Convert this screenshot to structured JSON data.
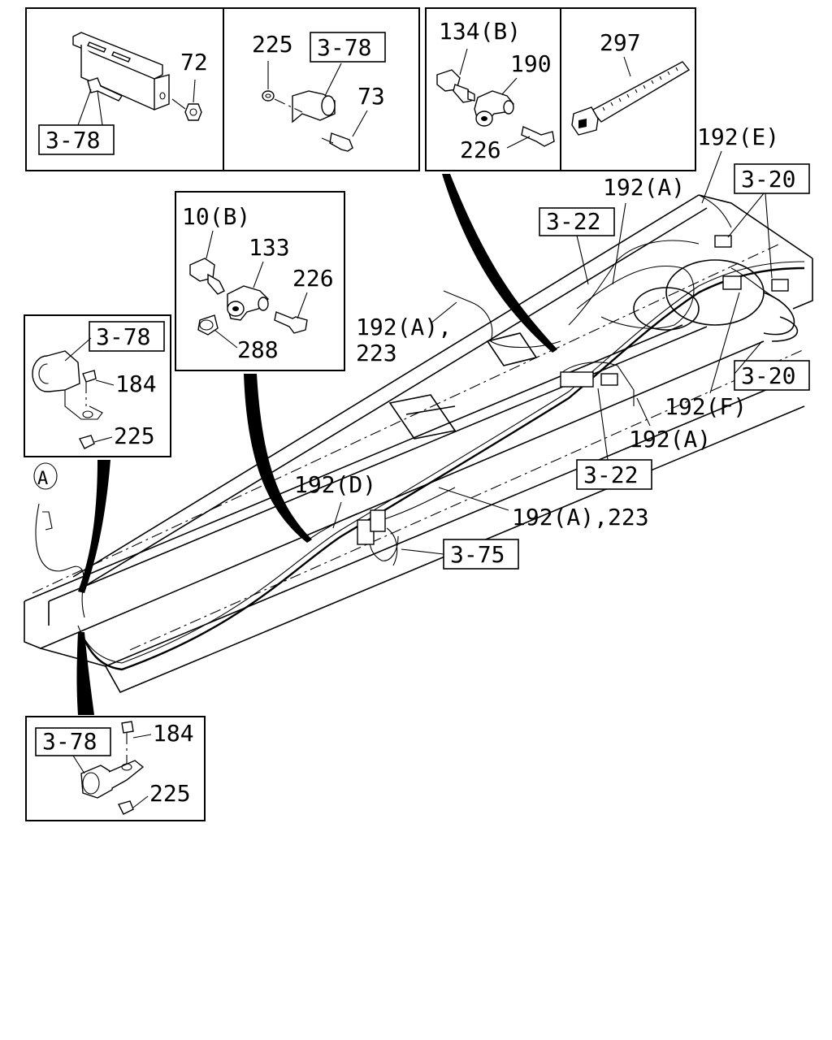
{
  "refs": {
    "r1": "3-78",
    "r2": "3-78",
    "r3": "3-78",
    "r4": "3-78",
    "r5": "3-20",
    "r6": "3-20",
    "r7": "3-22",
    "r8": "3-22",
    "r9": "3-75"
  },
  "parts": {
    "p72": "72",
    "p225a": "225",
    "p73": "73",
    "p134": "134(B)",
    "p190": "190",
    "p226a": "226",
    "p297": "297",
    "p10b": "10(B)",
    "p133": "133",
    "p226b": "226",
    "p288": "288",
    "p184a": "184",
    "p225b": "225",
    "p184b": "184",
    "p225c": "225"
  },
  "callouts": {
    "c192e": "192(E)",
    "c192a1": "192(A)",
    "c192a2a": "192(A),",
    "c192a2b": "223",
    "c192f": "192(F)",
    "c192a3": "192(A)",
    "c192d": "192(D)",
    "c192a4": "192(A),223"
  },
  "marker_a": "A"
}
